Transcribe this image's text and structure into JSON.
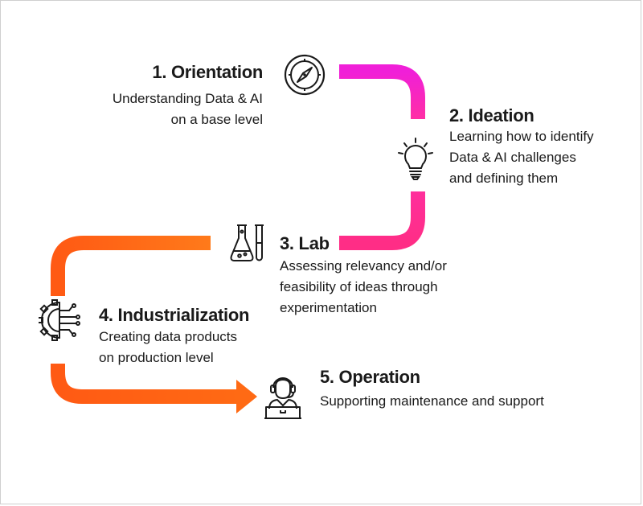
{
  "steps": [
    {
      "title": "1. Orientation",
      "desc": [
        "Understanding Data & AI",
        "on a base level"
      ],
      "icon": "compass-icon"
    },
    {
      "title": "2. Ideation",
      "desc": [
        "Learning how to identify",
        "Data & AI challenges",
        "and defining them"
      ],
      "icon": "lightbulb-icon"
    },
    {
      "title": "3. Lab",
      "desc": [
        "Assessing relevancy and/or",
        "feasibility of ideas through",
        "experimentation"
      ],
      "icon": "flask-icon"
    },
    {
      "title": "4. Industrialization",
      "desc": [
        "Creating data products",
        "on production level"
      ],
      "icon": "gear-circuit-icon"
    },
    {
      "title": "5. Operation",
      "desc": [
        "Supporting maintenance and support"
      ],
      "icon": "support-agent-icon"
    }
  ],
  "colors": {
    "magenta": "#f01fd8",
    "pink": "#ff2d86",
    "orange": "#ff5a14",
    "orange_light": "#ff7a1a",
    "ink": "#1a1a1a"
  }
}
